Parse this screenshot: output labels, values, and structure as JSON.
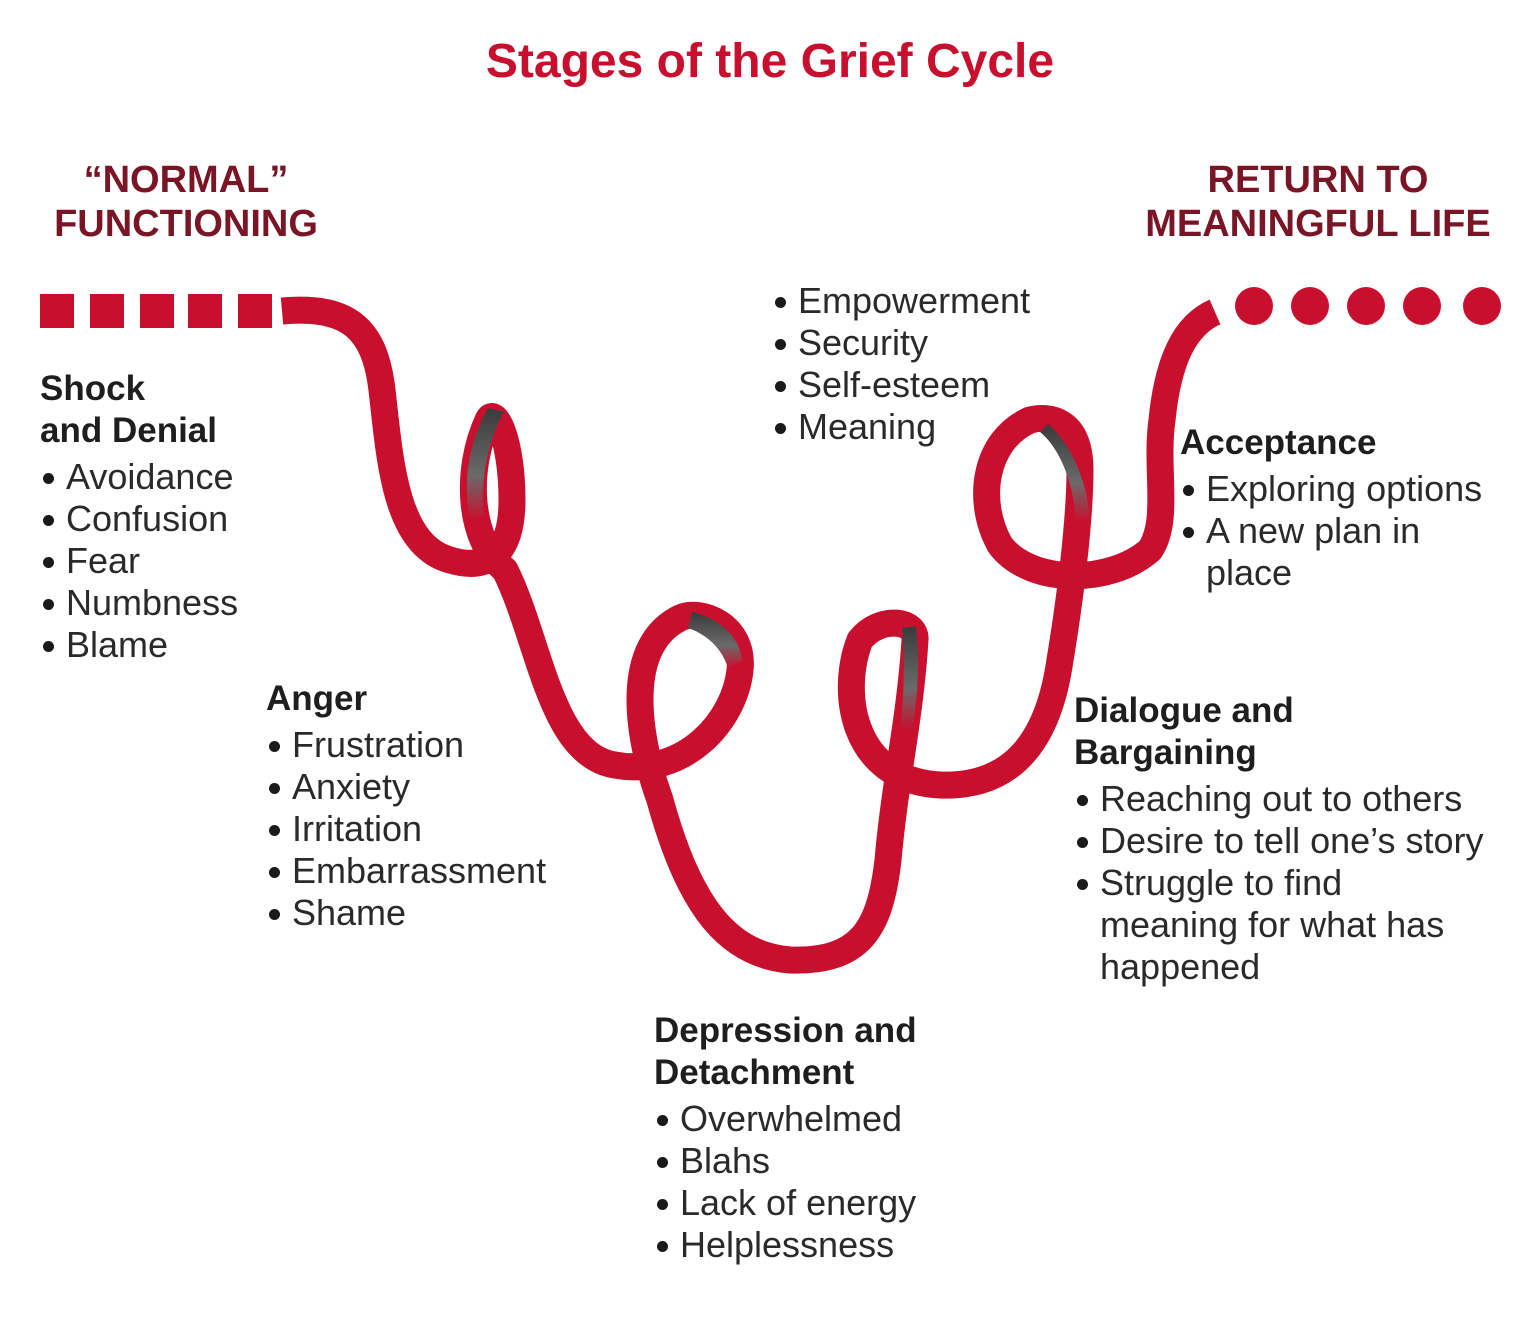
{
  "title": "Stages of the Grief Cycle",
  "start": {
    "line1": "“NORMAL”",
    "line2": "FUNCTIONING"
  },
  "end": {
    "line1": "RETURN TO",
    "line2": "MEANINGFUL LIFE"
  },
  "stages": {
    "shock": {
      "title_line1": "Shock",
      "title_line2": "and Denial",
      "items": [
        "Avoidance",
        "Confusion",
        "Fear",
        "Numbness",
        "Blame"
      ]
    },
    "anger": {
      "title_line1": "Anger",
      "items": [
        "Frustration",
        "Anxiety",
        "Irritation",
        "Embarrassment",
        "Shame"
      ]
    },
    "depression": {
      "title_line1": "Depression and",
      "title_line2": "Detachment",
      "items": [
        "Overwhelmed",
        "Blahs",
        "Lack of energy",
        "Helplessness"
      ]
    },
    "dialogue": {
      "title_line1": "Dialogue and",
      "title_line2": "Bargaining",
      "items": [
        "Reaching out to others",
        "Desire to tell one’s story",
        "Struggle to find",
        "meaning for what has",
        "happened"
      ]
    },
    "acceptance": {
      "title_line1": "Acceptance",
      "items": [
        "Exploring options",
        "A new plan in",
        "place"
      ]
    }
  },
  "outcomes": [
    "Empowerment",
    "Security",
    "Self-esteem",
    "Meaning"
  ],
  "colors": {
    "ribbon": "#c8102e",
    "title": "#c8102e",
    "endpoint_text": "#7a1526",
    "ribbon_shadow": "#3a3a3a"
  }
}
